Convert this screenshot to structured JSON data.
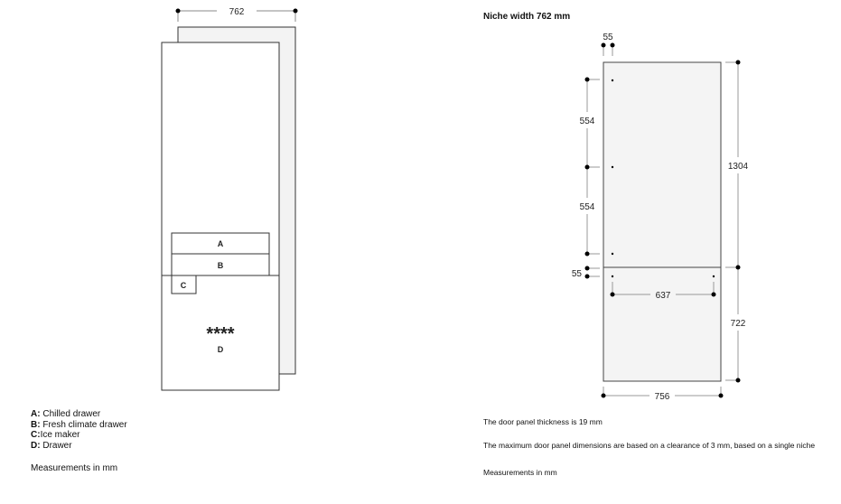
{
  "left_diagram": {
    "width_dimension": "762",
    "drawer_labels": {
      "a": "A",
      "b": "B",
      "c": "C",
      "d": "D"
    },
    "energy_rating": "****"
  },
  "legend": [
    {
      "key": "A:",
      "label": "Chilled drawer"
    },
    {
      "key": "B:",
      "label": "Fresh climate drawer"
    },
    {
      "key": "C:",
      "label": "Ice maker"
    },
    {
      "key": "D:",
      "label": "Drawer"
    }
  ],
  "left_units_note": "Measurements in mm",
  "right_diagram": {
    "title": "Niche width 762 mm",
    "top_offset": "55",
    "hinge_spacing_1": "554",
    "hinge_spacing_2": "554",
    "gap": "55",
    "total_height": "1304",
    "lower_height": "722",
    "handle_spacing": "637",
    "panel_width": "756"
  },
  "notes": [
    "The door panel thickness is 19 mm",
    "The maximum door panel dimensions are based on a clearance of 3 mm, based on a single niche",
    "Measurements in mm"
  ]
}
